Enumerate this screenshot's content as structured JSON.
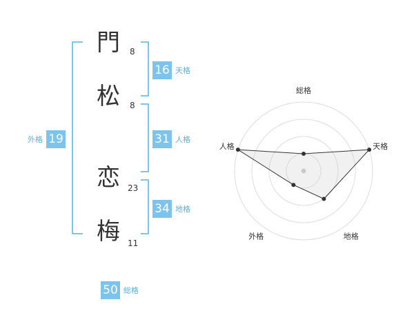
{
  "name": {
    "chars": [
      {
        "char": "門",
        "strokes": "8"
      },
      {
        "char": "松",
        "strokes": "8"
      },
      {
        "char": "恋",
        "strokes": "23"
      },
      {
        "char": "梅",
        "strokes": "11"
      }
    ]
  },
  "fortune": {
    "tenkaku": {
      "value": "16",
      "label": "天格"
    },
    "jinkaku": {
      "value": "31",
      "label": "人格"
    },
    "chikaku": {
      "value": "34",
      "label": "地格"
    },
    "gaikaku": {
      "value": "19",
      "label": "外格"
    },
    "soukaku": {
      "value": "50",
      "label": "総格"
    }
  },
  "colors": {
    "accent": "#7cc4ee",
    "accent_text": "#57b2e6"
  },
  "chart_data": {
    "type": "radar",
    "axes": [
      "総格",
      "天格",
      "地格",
      "外格",
      "人格"
    ],
    "values": [
      1,
      4,
      2,
      1,
      4
    ],
    "range": [
      0,
      4
    ],
    "rings": 4
  }
}
